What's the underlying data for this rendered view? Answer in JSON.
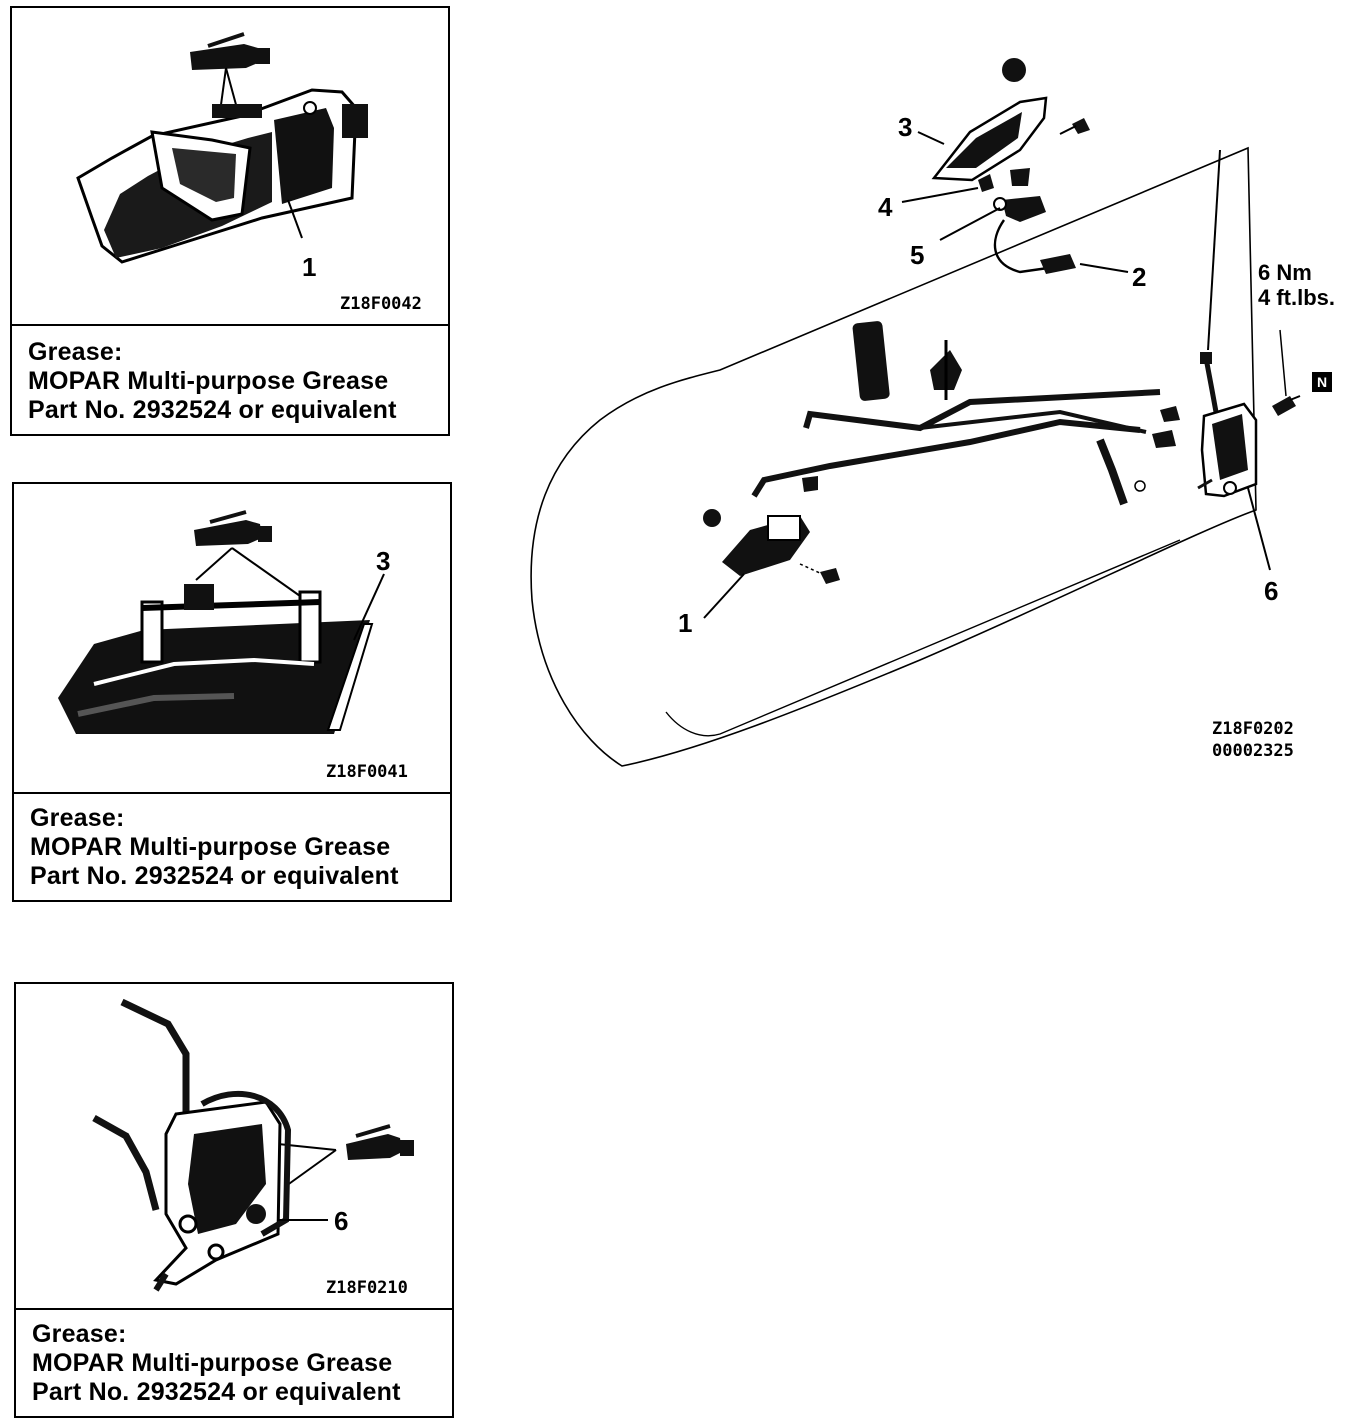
{
  "panels": [
    {
      "code": "Z18F0042",
      "callout": "1",
      "grease_heading": "Grease:",
      "grease_line1": "MOPAR Multi-purpose Grease",
      "grease_line2": "Part No. 2932524 or equivalent"
    },
    {
      "code": "Z18F0041",
      "callout": "3",
      "grease_heading": "Grease:",
      "grease_line1": "MOPAR Multi-purpose Grease",
      "grease_line2": "Part No. 2932524 or equivalent"
    },
    {
      "code": "Z18F0210",
      "callout": "6",
      "grease_heading": "Grease:",
      "grease_line1": "MOPAR Multi-purpose Grease",
      "grease_line2": "Part No. 2932524 or equivalent"
    }
  ],
  "main_diagram": {
    "callouts": [
      "1",
      "2",
      "3",
      "4",
      "5",
      "6"
    ],
    "torque_metric": "6 Nm",
    "torque_imperial": "4 ft.lbs.",
    "new_part_symbol": "N",
    "code_line1": "Z18F0202",
    "code_line2": "00002325"
  }
}
